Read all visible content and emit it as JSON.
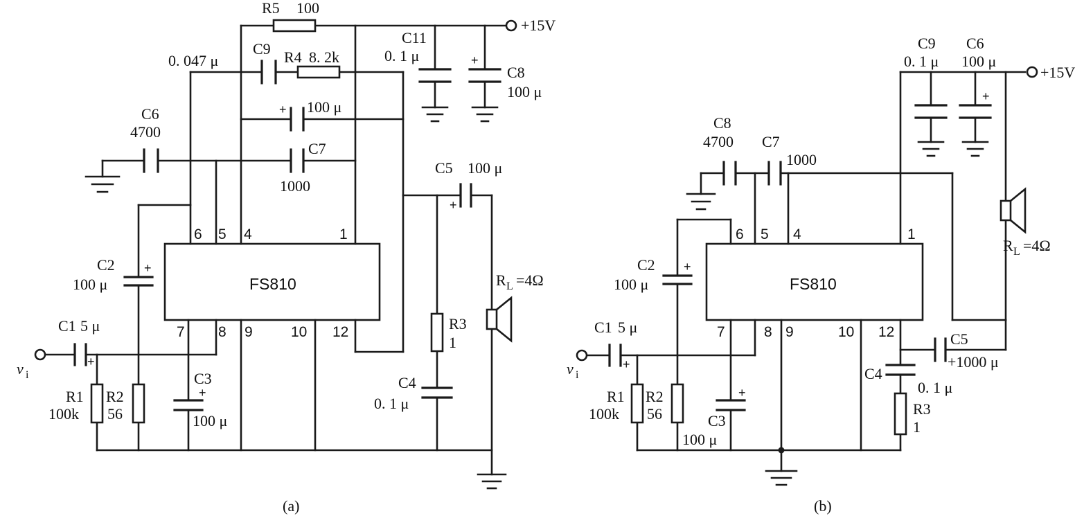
{
  "diagram_a": {
    "caption": "(a)",
    "chip": "FS810",
    "pins": [
      "6",
      "5",
      "4",
      "1",
      "7",
      "8",
      "9",
      "10",
      "12"
    ],
    "supply": "+15V",
    "input": {
      "symbol": "v",
      "subscript": "i"
    },
    "load": {
      "prefix": "R",
      "subscript": "L",
      "value": "=4Ω"
    },
    "labels": {
      "r5": "R5",
      "r5_val": "100",
      "c9": "C9",
      "c9_val": "0. 047 μ",
      "r4": "R4",
      "r4_val": "8. 2k",
      "c11": "C11",
      "c11_val": "0. 1 μ",
      "c8": "C8",
      "c8_val": "100 μ",
      "c6": "C6",
      "c6_val": "4700",
      "unnamed_cap_val": "100 μ",
      "c7": "C7",
      "c7_val": "1000",
      "c5": "C5",
      "c5_val": "100 μ",
      "c2": "C2",
      "c2_val": "100 μ",
      "c1": "C1",
      "c1_val": "5 μ",
      "r3": "R3",
      "r3_val": "1",
      "c3": "C3",
      "c3_val": "100 μ",
      "c4": "C4",
      "c4_val": "0. 1 μ",
      "r1": "R1",
      "r1_val": "100k",
      "r2": "R2",
      "r2_val": "56"
    }
  },
  "diagram_b": {
    "caption": "(b)",
    "chip": "FS810",
    "pins": [
      "6",
      "5",
      "4",
      "1",
      "7",
      "8",
      "9",
      "10",
      "12"
    ],
    "supply": "+15V",
    "input": {
      "symbol": "v",
      "subscript": "i"
    },
    "load": {
      "prefix": "R",
      "subscript": "L",
      "value": "=4Ω"
    },
    "labels": {
      "c9": "C9",
      "c9_val": "0. 1 μ",
      "c6": "C6",
      "c6_val": "100 μ",
      "c8": "C8",
      "c8_val": "4700",
      "c7": "C7",
      "c7_val": "1000",
      "c2": "C2",
      "c2_val": "100 μ",
      "c1": "C1",
      "c1_val": "5 μ",
      "r1": "R1",
      "r1_val": "100k",
      "r2": "R2",
      "r2_val": "56",
      "c3": "C3",
      "c3_val": "100 μ",
      "c5": "C5",
      "c5_val": "+1000 μ",
      "c4": "C4",
      "c4_val": "0. 1 μ",
      "r3": "R3",
      "r3_val": "1"
    }
  },
  "polarity_mark": "+"
}
